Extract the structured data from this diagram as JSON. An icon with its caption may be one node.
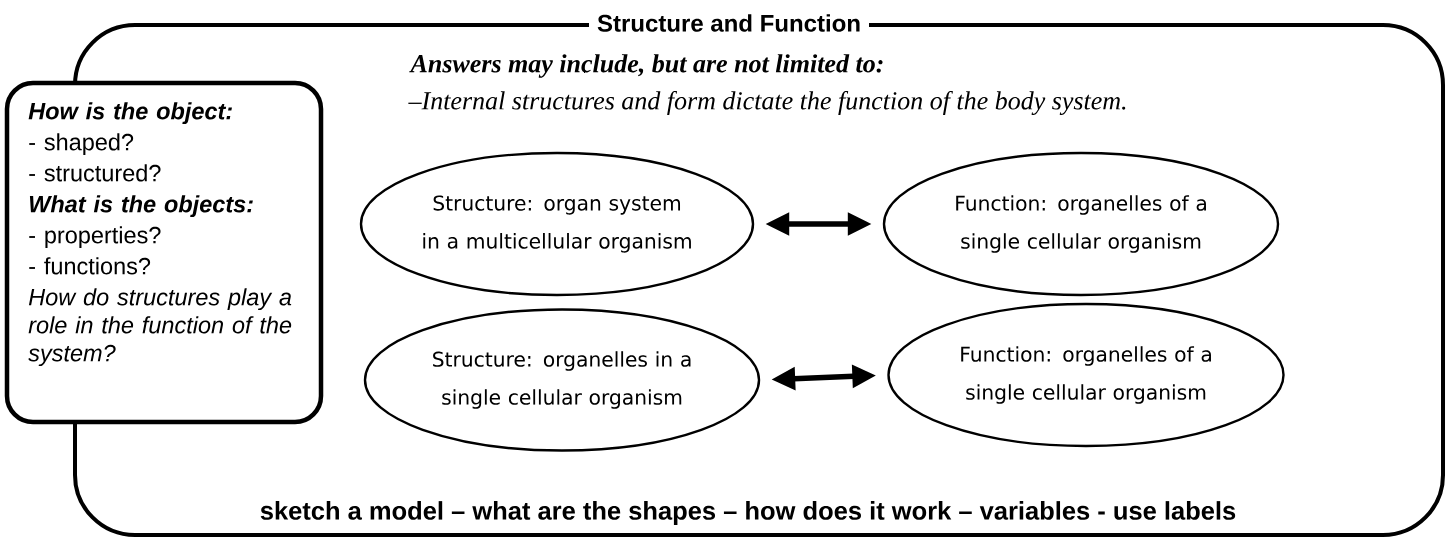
{
  "diagram": {
    "nodes": [
      {
        "text": [
          "Structure and Function",
          "Answers may include, but are not limited to:",
          "–Internal structures and form dictate the function of the body system.",
          "sketch a model – what are the shapes – how does it work – variables - use labels"
        ]
      },
      {
        "text": [
          "How is the object:",
          "- shaped?",
          "- structured?",
          "What is the objects:",
          "- properties?",
          "- functions?",
          "How do structures play a role in the function of the system?"
        ]
      },
      {
        "text": [
          "Structure: organ system in a multicellular organism"
        ],
        "in": 0
      },
      {
        "text": [
          "Function: organelles of a single cellular organism"
        ],
        "in": 0
      },
      {
        "text": [
          "Structure: organelles in a single cellular organism"
        ],
        "in": 0
      },
      {
        "text": [
          "Function: organelles of a single cellular organism"
        ],
        "in": 0
      }
    ],
    "edges": [
      {
        "from": 2,
        "to": 3,
        "arrow": "both"
      },
      {
        "from": 4,
        "to": 5,
        "arrow": "both"
      }
    ]
  }
}
